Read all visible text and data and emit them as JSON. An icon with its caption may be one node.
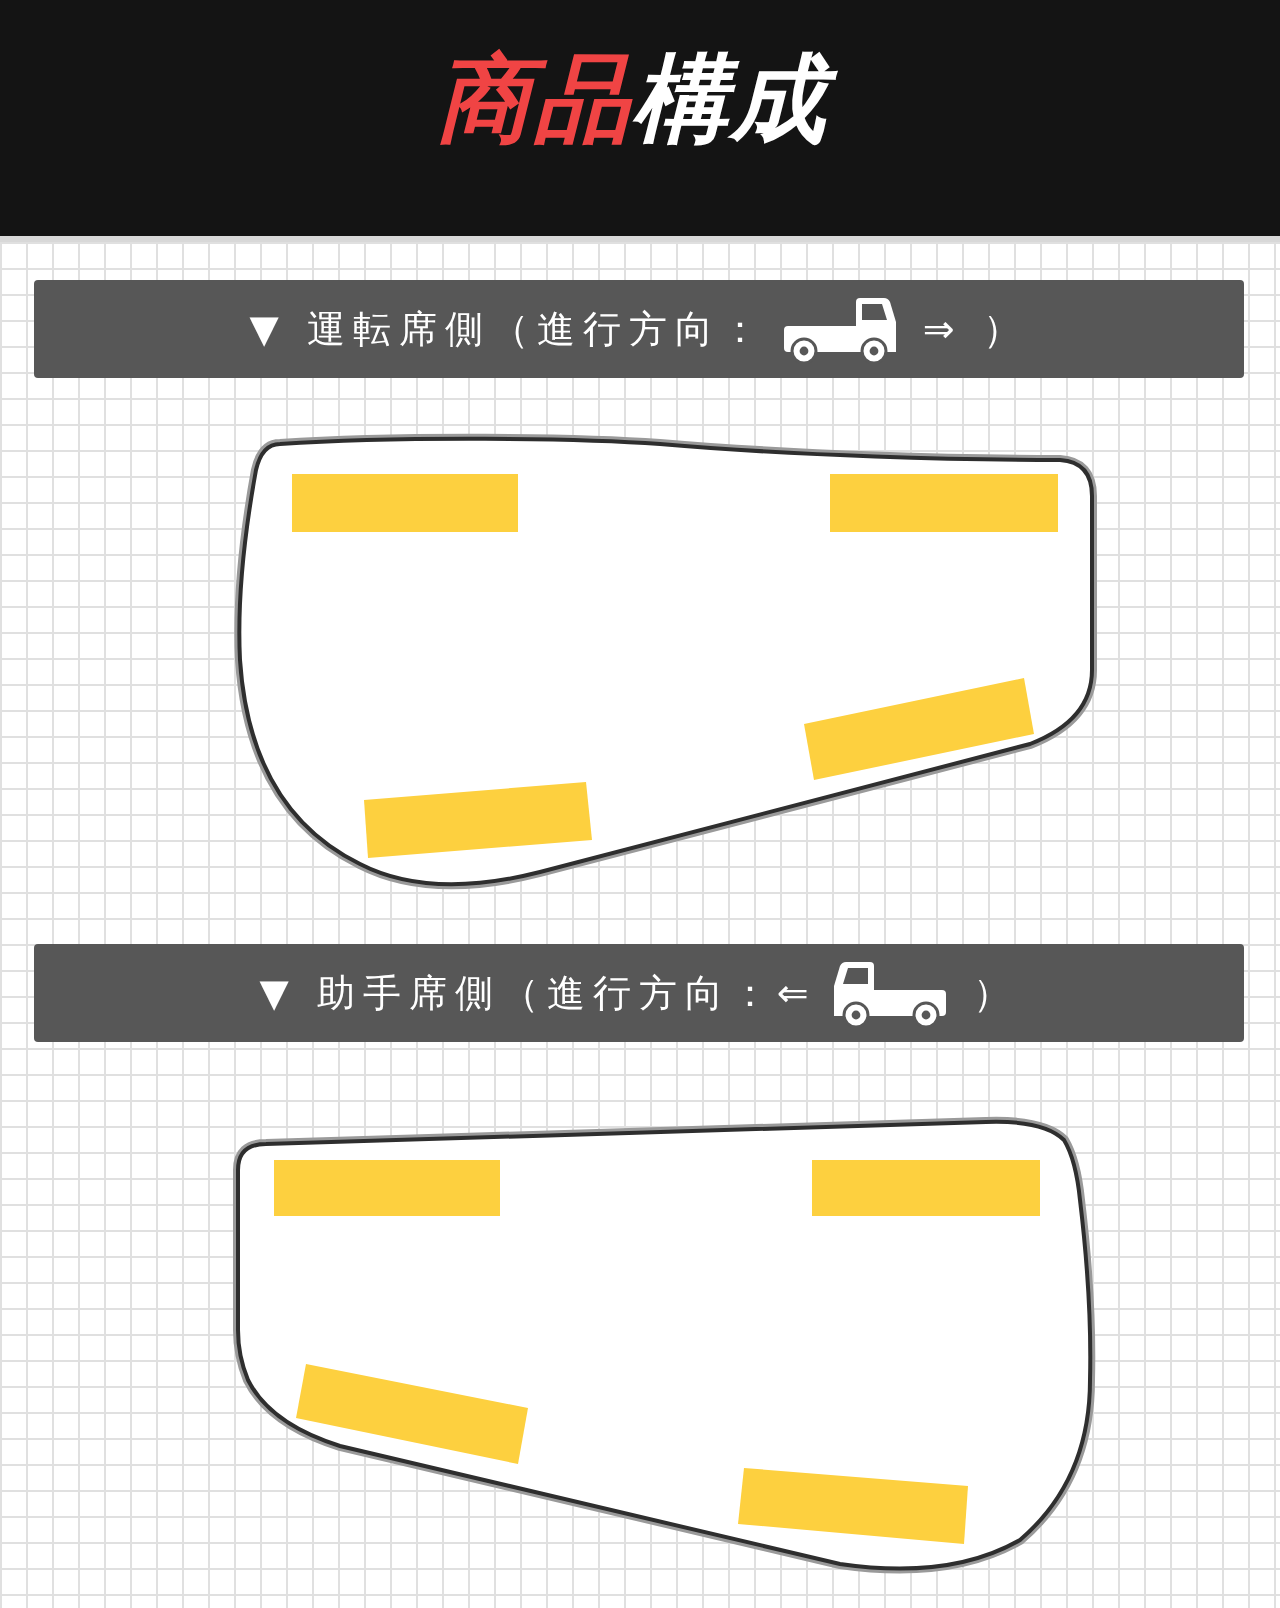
{
  "diagram": {
    "title": "商品構成",
    "nodes": [
      {
        "text": [
          "▼ 運転席側（進行方向：",
          "⇒ ）"
        ]
      },
      {
        "text": [
          "▼ 助手席側（進行方向：⇐",
          "）"
        ]
      }
    ]
  }
}
